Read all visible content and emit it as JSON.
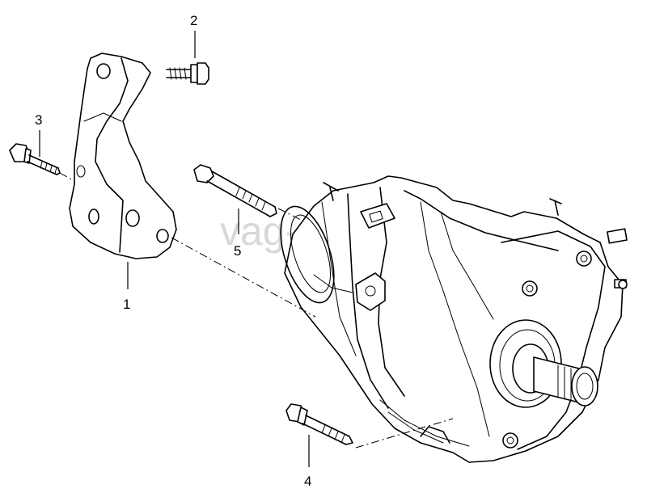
{
  "watermark": "vag-etc.ru",
  "callouts": [
    {
      "id": "1",
      "label": "1"
    },
    {
      "id": "2",
      "label": "2"
    },
    {
      "id": "3",
      "label": "3"
    },
    {
      "id": "4",
      "label": "4"
    },
    {
      "id": "5",
      "label": "5"
    }
  ],
  "parts": {
    "1": "bracket",
    "2": "bolt",
    "3": "bolt",
    "4": "bolt",
    "5": "bolt",
    "unit": "transfer-case"
  }
}
